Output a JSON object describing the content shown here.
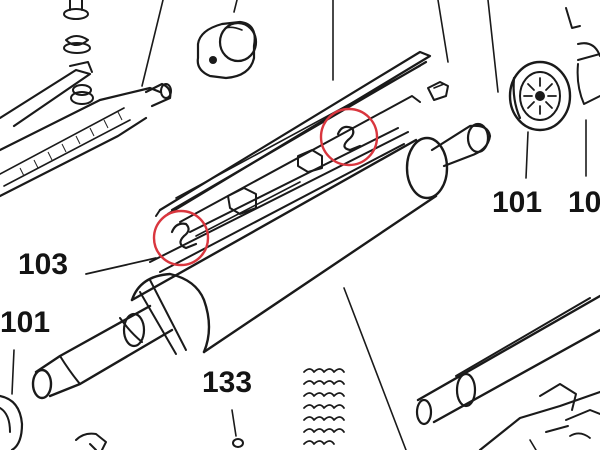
{
  "labels": {
    "left_callout": "103",
    "left_part": "101",
    "right_part": "101",
    "right_part_cut": "10",
    "bottom_part": "133"
  },
  "highlight_color": "#d9363e"
}
